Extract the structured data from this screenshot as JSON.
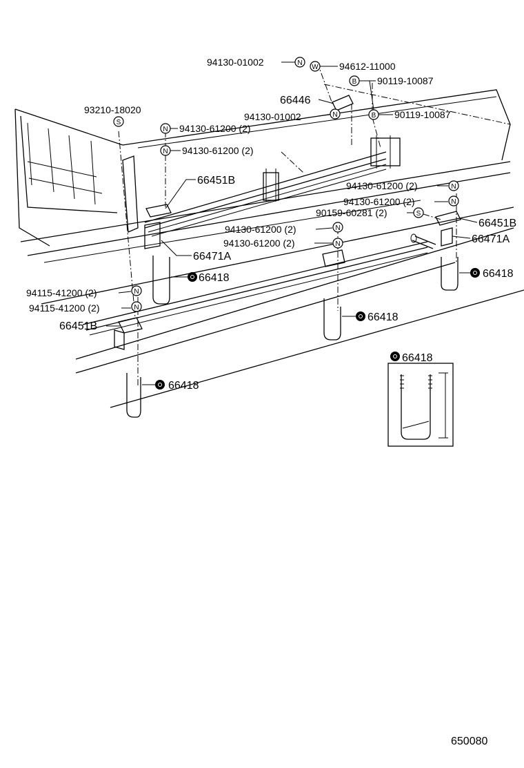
{
  "figure_code": "650080",
  "inset_label": "66418",
  "symbols": {
    "N": "N",
    "S": "S",
    "W": "W",
    "B": "B"
  },
  "callouts": [
    {
      "id": "c1",
      "text": "94130-01002",
      "symbol": "N"
    },
    {
      "id": "c2",
      "text": "94612-11000",
      "symbol": "W"
    },
    {
      "id": "c3",
      "text": "90119-10087",
      "symbol": "B"
    },
    {
      "id": "c4",
      "text": "66446",
      "symbol": ""
    },
    {
      "id": "c5",
      "text": "94130-01002",
      "symbol": "N"
    },
    {
      "id": "c6",
      "text": "90119-10087",
      "symbol": "B"
    },
    {
      "id": "c7",
      "text": "93210-18020",
      "symbol": "S"
    },
    {
      "id": "c8",
      "text": "94130-61200 (2)",
      "symbol": "N"
    },
    {
      "id": "c9",
      "text": "94130-61200 (2)",
      "symbol": "N"
    },
    {
      "id": "c10",
      "text": "66451B",
      "symbol": ""
    },
    {
      "id": "c11",
      "text": "94130-61200 (2)",
      "symbol": "N"
    },
    {
      "id": "c12",
      "text": "94130-61200 (2)",
      "symbol": "N"
    },
    {
      "id": "c13",
      "text": "90159-60281 (2)",
      "symbol": "S"
    },
    {
      "id": "c14",
      "text": "66451B",
      "symbol": ""
    },
    {
      "id": "c15",
      "text": "94130-61200 (2)",
      "symbol": "N"
    },
    {
      "id": "c16",
      "text": "66471A",
      "symbol": ""
    },
    {
      "id": "c17",
      "text": "94130-61200 (2)",
      "symbol": "N"
    },
    {
      "id": "c18",
      "text": "66471A",
      "symbol": ""
    },
    {
      "id": "c19",
      "text": "66418",
      "symbol": "dot"
    },
    {
      "id": "c20",
      "text": "66418",
      "symbol": "dot"
    },
    {
      "id": "c21",
      "text": "94115-41200 (2)",
      "symbol": "N"
    },
    {
      "id": "c22",
      "text": "94115-41200 (2)",
      "symbol": "N"
    },
    {
      "id": "c23",
      "text": "66418",
      "symbol": "dot"
    },
    {
      "id": "c24",
      "text": "66451B",
      "symbol": ""
    },
    {
      "id": "c25",
      "text": "66418",
      "symbol": "dot"
    }
  ]
}
